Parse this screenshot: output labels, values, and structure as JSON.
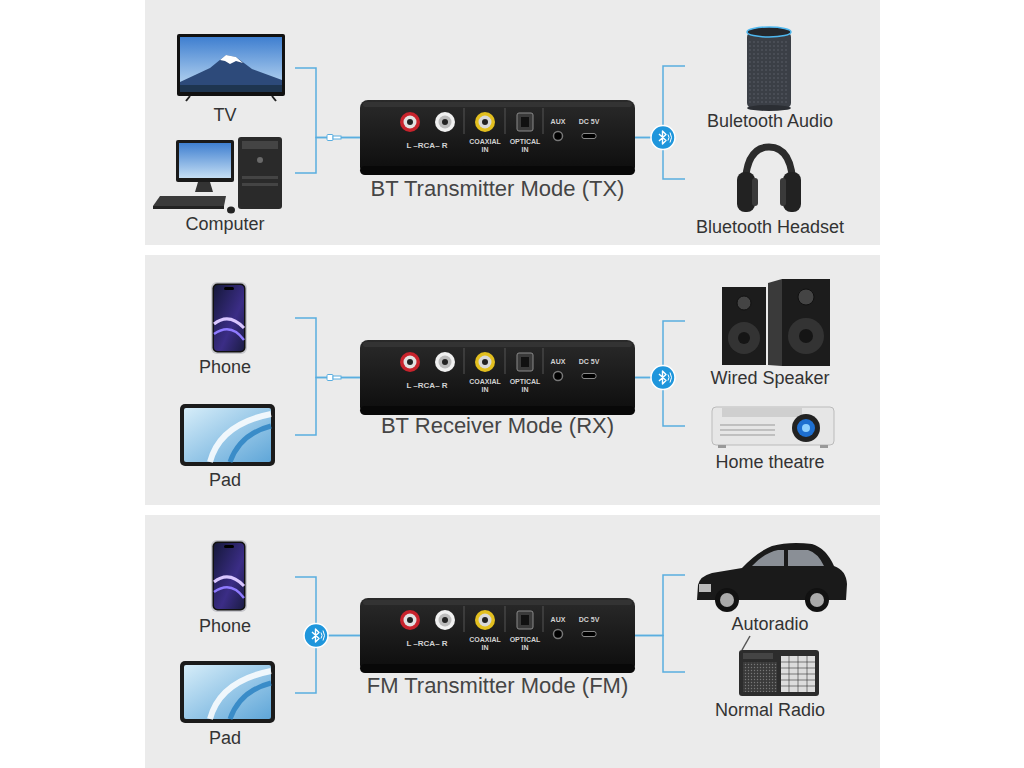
{
  "diagram": {
    "nodes": [
      {
        "text": [
          "BT Transmitter Mode (TX)"
        ]
      },
      {
        "text": [
          "TV"
        ],
        "in": 0
      },
      {
        "text": [
          "Computer"
        ],
        "in": 0
      },
      {
        "text": [
          "L –RCA– R",
          "COAXIAL IN",
          "OPTICAL IN",
          "AUX",
          "DC 5V"
        ],
        "in": 0
      },
      {
        "text": [
          "Buletooth Audio"
        ],
        "in": 0
      },
      {
        "text": [
          "Bluetooth Headset"
        ],
        "in": 0
      },
      {
        "text": [
          "BT Receiver Mode (RX)"
        ]
      },
      {
        "text": [
          "Phone"
        ],
        "in": 6
      },
      {
        "text": [
          "Pad"
        ],
        "in": 6
      },
      {
        "text": [
          "L –RCA– R",
          "COAXIAL IN",
          "OPTICAL IN",
          "AUX",
          "DC 5V"
        ],
        "in": 6
      },
      {
        "text": [
          "Wired Speaker"
        ],
        "in": 6
      },
      {
        "text": [
          "Home theatre"
        ],
        "in": 6
      },
      {
        "text": [
          "FM Transmitter Mode (FM)"
        ]
      },
      {
        "text": [
          "Phone"
        ],
        "in": 12
      },
      {
        "text": [
          "Pad"
        ],
        "in": 12
      },
      {
        "text": [
          "L –RCA– R",
          "COAXIAL IN",
          "OPTICAL IN",
          "AUX",
          "DC 5V"
        ],
        "in": 12
      },
      {
        "text": [
          "Autoradio"
        ],
        "in": 12
      },
      {
        "text": [
          "Normal Radio"
        ],
        "in": 12
      }
    ],
    "edges": [
      {
        "from": 1,
        "to": 3,
        "arrow": "none"
      },
      {
        "from": 2,
        "to": 3,
        "arrow": "none"
      },
      {
        "from": 3,
        "to": 4,
        "arrow": "none"
      },
      {
        "from": 3,
        "to": 5,
        "arrow": "none"
      },
      {
        "from": 7,
        "to": 9,
        "arrow": "none"
      },
      {
        "from": 8,
        "to": 9,
        "arrow": "none"
      },
      {
        "from": 9,
        "to": 10,
        "arrow": "none"
      },
      {
        "from": 9,
        "to": 11,
        "arrow": "none"
      },
      {
        "from": 13,
        "to": 15,
        "arrow": "none"
      },
      {
        "from": 14,
        "to": 15,
        "arrow": "none"
      },
      {
        "from": 15,
        "to": 16,
        "arrow": "none"
      },
      {
        "from": 15,
        "to": 17,
        "arrow": "none"
      }
    ]
  }
}
